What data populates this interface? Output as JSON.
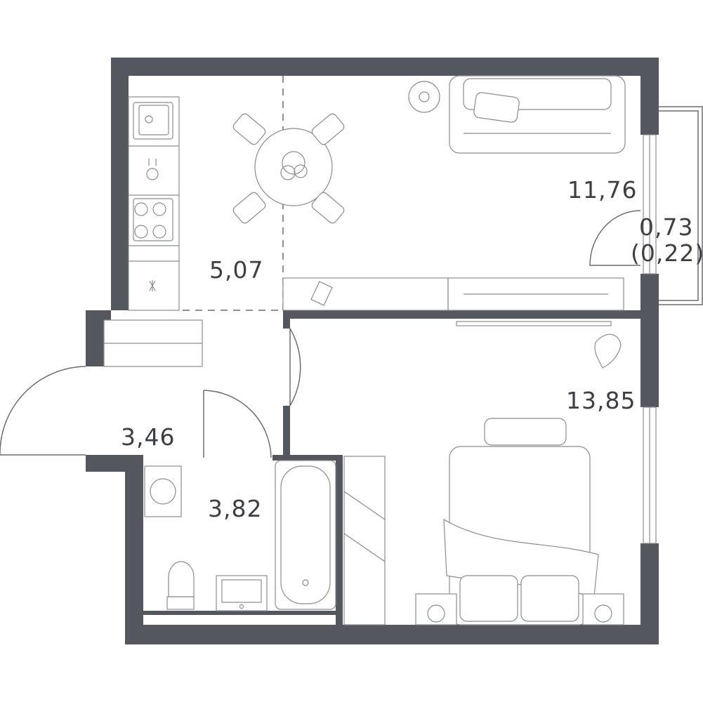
{
  "rooms": {
    "kitchen_area": "5,07",
    "living_area": "11,76",
    "balcony_area": "0,73",
    "balcony_area_reduced": "(0,22)",
    "bedroom_area": "13,85",
    "hall_area": "3,46",
    "bathroom_area": "3,82"
  },
  "colors": {
    "wall": "#55575e",
    "line": "#8a8c92",
    "label": "#3d3f44"
  }
}
